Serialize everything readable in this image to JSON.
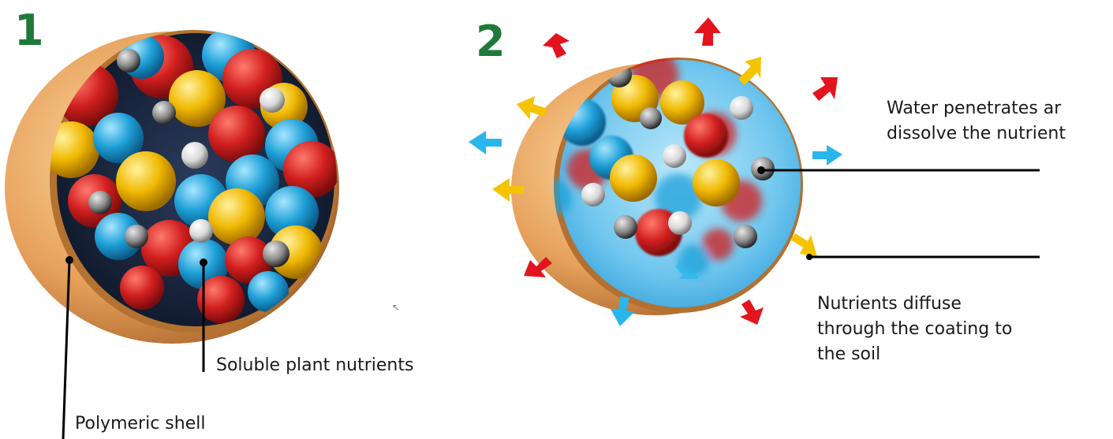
{
  "step_1": {
    "number": "1"
  },
  "step_2": {
    "number": "2"
  },
  "labels": {
    "soluble_nutrients": "Soluble plant nutrients",
    "polymeric_shell": "Polymeric shell",
    "water_penetrates": "Water penetrates ar\ndissolve the nutrient",
    "nutrients_diffuse": "Nutrients diffuse\nthrough the coating to\nthe soil"
  },
  "colors": {
    "step_number": "#1f7a3a",
    "shell": "#e6a05a",
    "nutrient_red": "#d11f1f",
    "nutrient_yellow": "#f0b800",
    "nutrient_blue": "#1ea0d8",
    "nutrient_white": "#e8e8e8",
    "water": "#7fcdf0",
    "arrow_red": "#e3141e",
    "arrow_yellow": "#f5c400",
    "arrow_blue": "#29b6ea"
  },
  "icons": [
    "fertilizer-granule-illustration",
    "dissolving-granule-illustration",
    "diffusion-arrow-icon"
  ]
}
